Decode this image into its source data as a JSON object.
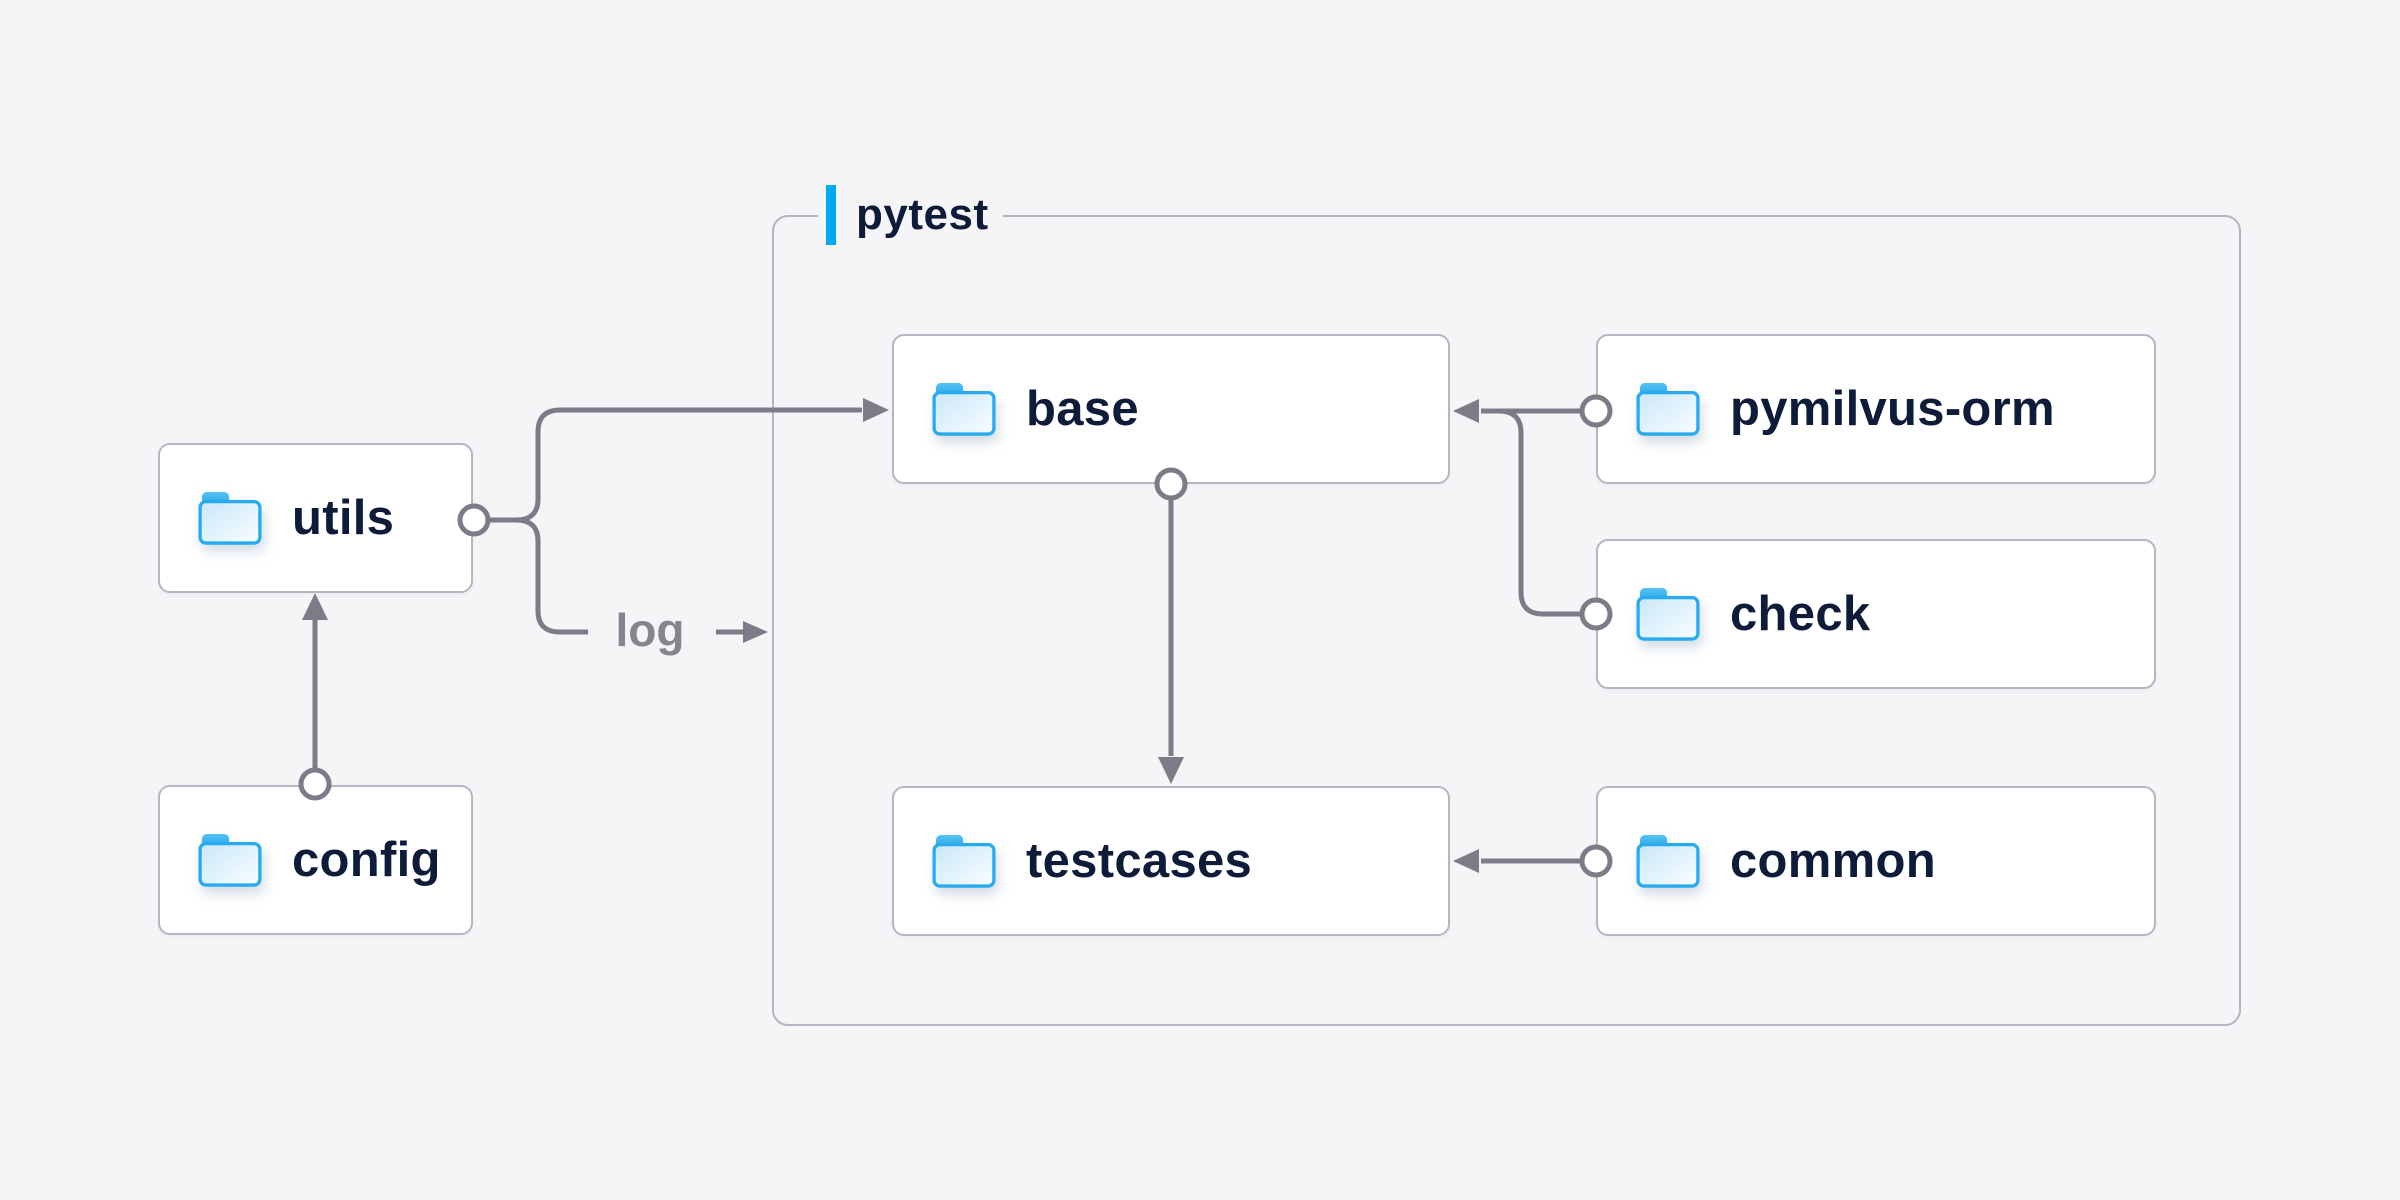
{
  "container": {
    "label": "pytest"
  },
  "nodes": [
    {
      "id": "utils",
      "label": "utils",
      "icon": "folder-icon"
    },
    {
      "id": "config",
      "label": "config",
      "icon": "folder-icon"
    },
    {
      "id": "base",
      "label": "base",
      "icon": "folder-icon"
    },
    {
      "id": "pymilvus-orm",
      "label": "pymilvus-orm",
      "icon": "folder-icon"
    },
    {
      "id": "check",
      "label": "check",
      "icon": "folder-icon"
    },
    {
      "id": "testcases",
      "label": "testcases",
      "icon": "folder-icon"
    },
    {
      "id": "common",
      "label": "common",
      "icon": "folder-icon"
    }
  ],
  "edges": [
    {
      "from": "config",
      "to": "utils",
      "style": "circle-to-arrow"
    },
    {
      "from": "utils",
      "to": "base",
      "style": "circle-to-arrow"
    },
    {
      "from": "utils",
      "to": "pytest-frame",
      "style": "circle-to-arrow",
      "label": "log"
    },
    {
      "from": "pymilvus-orm",
      "to": "base",
      "style": "circle-to-arrow"
    },
    {
      "from": "check",
      "to": "base",
      "style": "circle-to-arrow"
    },
    {
      "from": "base",
      "to": "testcases",
      "style": "circle-to-arrow"
    },
    {
      "from": "common",
      "to": "testcases",
      "style": "circle-to-arrow"
    }
  ],
  "colors": {
    "background": "#f5f5f7",
    "node_background": "#ffffff",
    "border": "#b6b5c2",
    "connector": "#7c7b87",
    "text": "#0e1c3a",
    "muted_text": "#85848f",
    "accent": "#00a9f2",
    "folder_stroke": "#27abee"
  }
}
